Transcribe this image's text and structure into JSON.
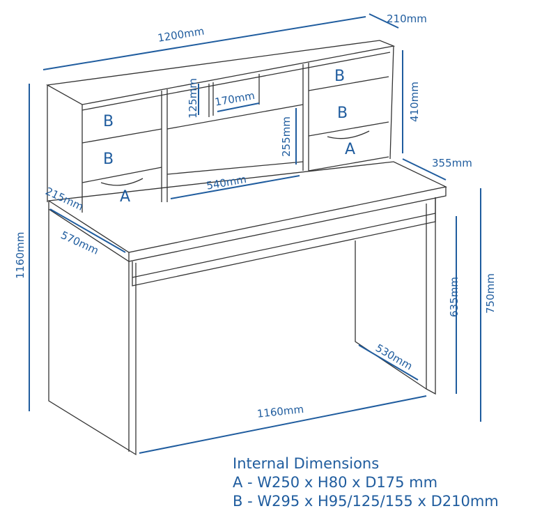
{
  "dimensions": {
    "hutch_width": "1200mm",
    "hutch_depth": "210mm",
    "hutch_height": "410mm",
    "desk_depth_right": "355mm",
    "hutch_side_depth": "215mm",
    "desk_depth": "570mm",
    "total_height": "1160mm",
    "compartment_height": "125mm",
    "compartment_width": "170mm",
    "opening_height": "255mm",
    "opening_width": "540mm",
    "knee_height": "635mm",
    "desk_height": "750mm",
    "leg_depth": "530mm",
    "desk_width": "1160mm"
  },
  "markers": {
    "a": "A",
    "b": "B"
  },
  "internal_dimensions": {
    "title": "Internal Dimensions",
    "a": "A - W250 x H80 x D175 mm",
    "b": "B - W295 x H95/125/155 x D210mm"
  },
  "colors": {
    "dimension": "#1f5c9e",
    "line": "#333333"
  }
}
